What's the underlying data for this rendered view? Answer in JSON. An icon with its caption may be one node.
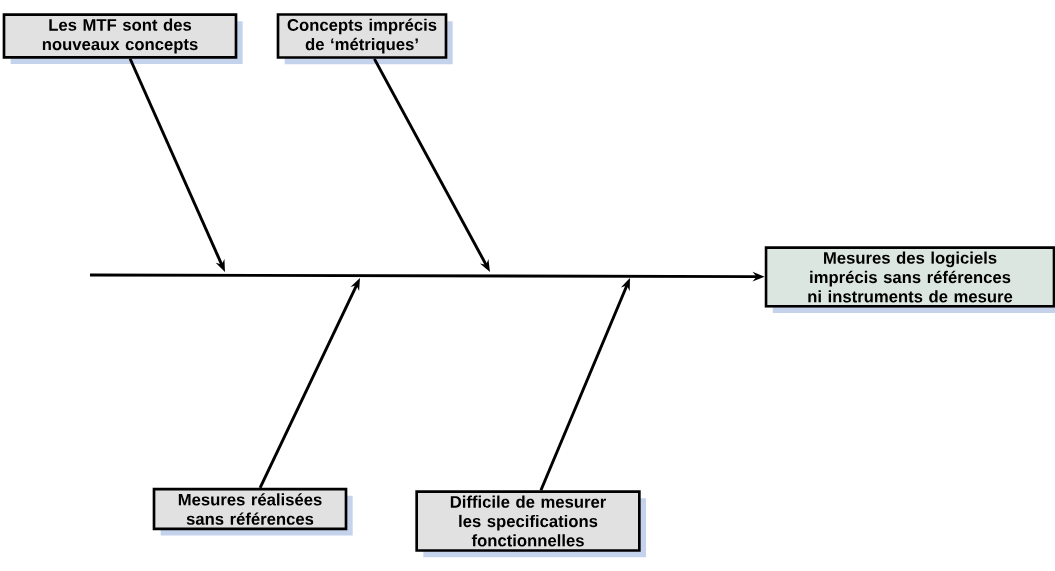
{
  "diagram": {
    "nodes": [
      {
        "text": [
          "Les MTF sont des nouveaux concepts"
        ]
      },
      {
        "text": [
          "Concepts imprécis de ‘métriques’"
        ]
      },
      {
        "text": [
          "Mesures des logiciels imprécis sans références ni instruments de mesure"
        ]
      },
      {
        "text": [
          "Mesures réalisées sans références"
        ]
      },
      {
        "text": [
          "Difficile de mesurer les specifications fonctionnelles"
        ]
      }
    ],
    "edges": [
      {
        "from": null,
        "to": 2,
        "arrow": "to"
      },
      {
        "from": 0,
        "to": null,
        "arrow": "to"
      },
      {
        "from": 1,
        "to": null,
        "arrow": "to"
      },
      {
        "from": 3,
        "to": null,
        "arrow": "to"
      },
      {
        "from": 4,
        "to": null,
        "arrow": "to"
      }
    ]
  }
}
